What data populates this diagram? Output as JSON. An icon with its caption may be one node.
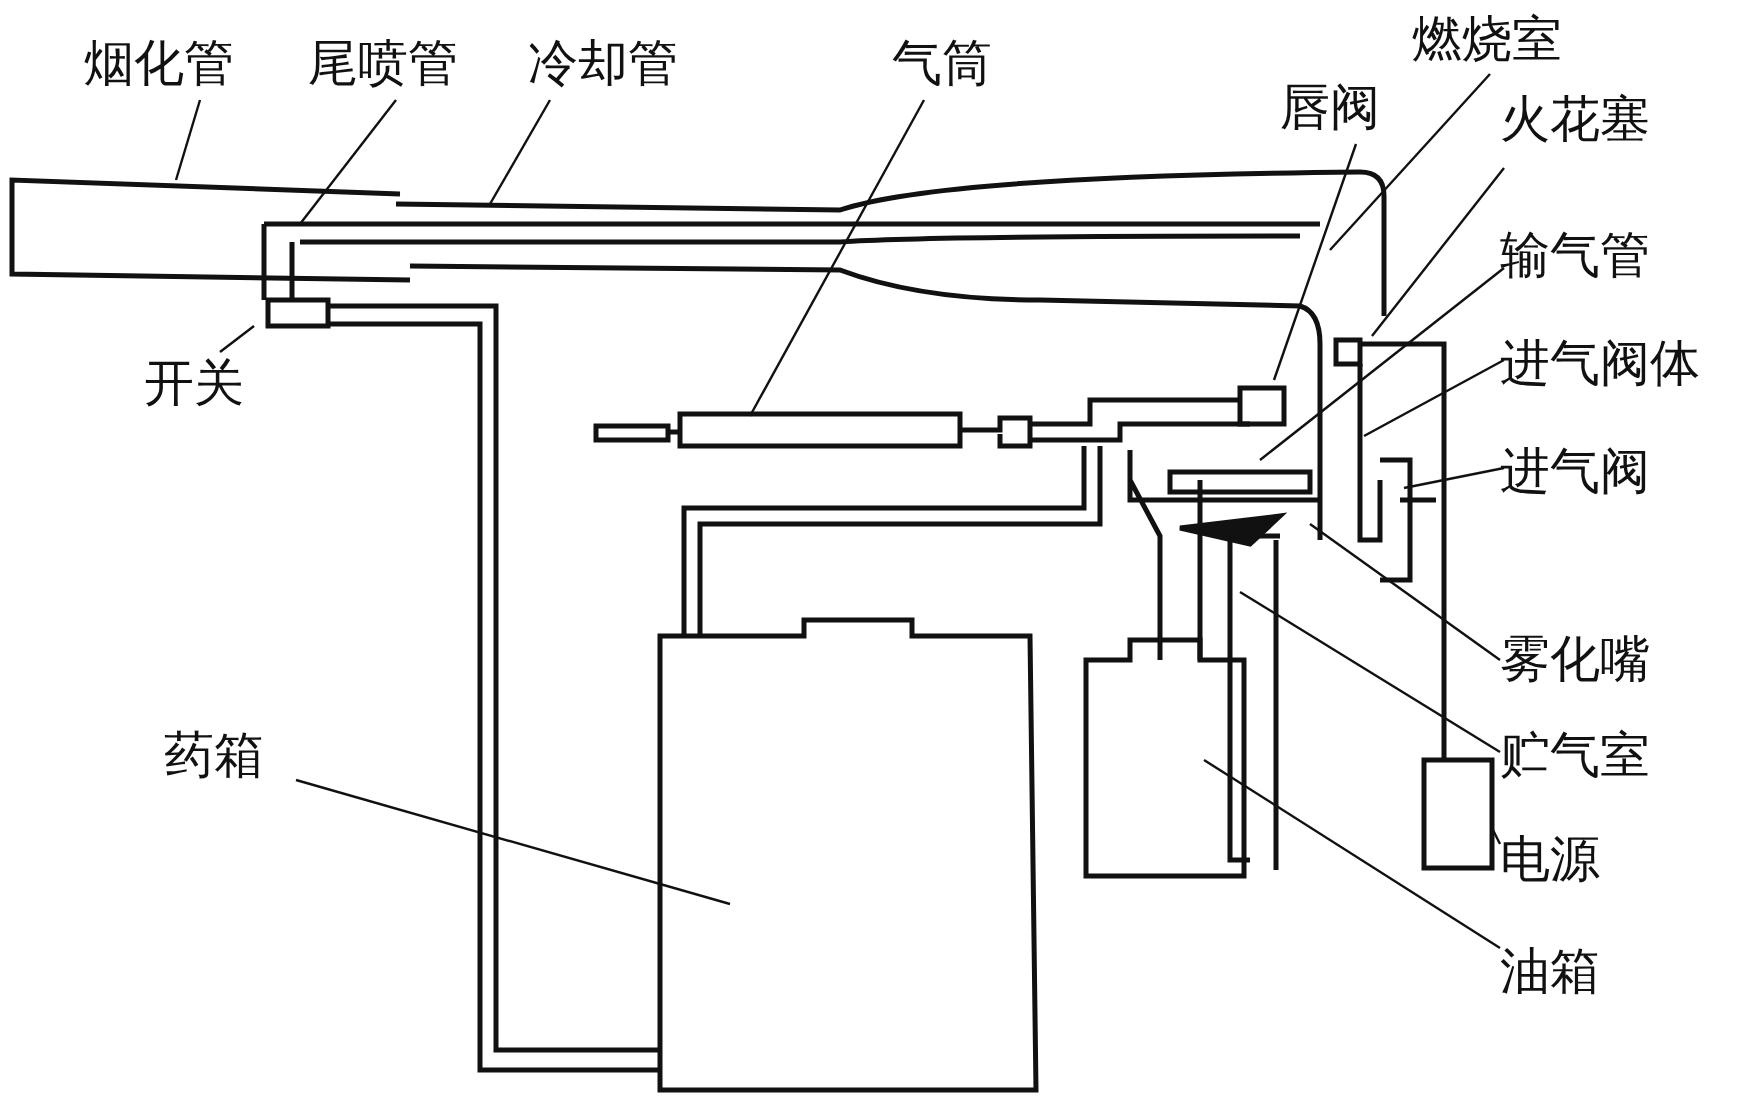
{
  "diagram": {
    "nodes": [
      {
        "text": [
          "烟化管"
        ]
      },
      {
        "text": [
          "尾喷管"
        ]
      },
      {
        "text": [
          "冷却管"
        ]
      },
      {
        "text": [
          "气筒"
        ]
      },
      {
        "text": [
          "燃烧室"
        ]
      },
      {
        "text": [
          "唇阀"
        ]
      },
      {
        "text": [
          "火花塞"
        ]
      },
      {
        "text": [
          "输气管"
        ]
      },
      {
        "text": [
          "进气阀体"
        ]
      },
      {
        "text": [
          "进气阀"
        ]
      },
      {
        "text": [
          "雾化嘴"
        ]
      },
      {
        "text": [
          "贮气室"
        ]
      },
      {
        "text": [
          "电源"
        ]
      },
      {
        "text": [
          "油箱"
        ]
      },
      {
        "text": [
          "药箱"
        ]
      },
      {
        "text": [
          "开关"
        ]
      }
    ],
    "edges": [
      {
        "from": 0,
        "to": null,
        "arrow": "none"
      },
      {
        "from": 1,
        "to": null,
        "arrow": "none"
      },
      {
        "from": 2,
        "to": null,
        "arrow": "none"
      },
      {
        "from": 3,
        "to": null,
        "arrow": "none"
      },
      {
        "from": 4,
        "to": null,
        "arrow": "none"
      },
      {
        "from": 5,
        "to": null,
        "arrow": "none"
      },
      {
        "from": 6,
        "to": null,
        "arrow": "none"
      },
      {
        "from": 7,
        "to": null,
        "arrow": "none"
      },
      {
        "from": 8,
        "to": null,
        "arrow": "none"
      },
      {
        "from": 9,
        "to": null,
        "arrow": "none"
      },
      {
        "from": 10,
        "to": null,
        "arrow": "none"
      },
      {
        "from": 11,
        "to": null,
        "arrow": "none"
      },
      {
        "from": 12,
        "to": null,
        "arrow": "none"
      },
      {
        "from": 13,
        "to": null,
        "arrow": "none"
      },
      {
        "from": 14,
        "to": null,
        "arrow": "none"
      },
      {
        "from": 15,
        "to": null,
        "arrow": "none"
      }
    ]
  }
}
